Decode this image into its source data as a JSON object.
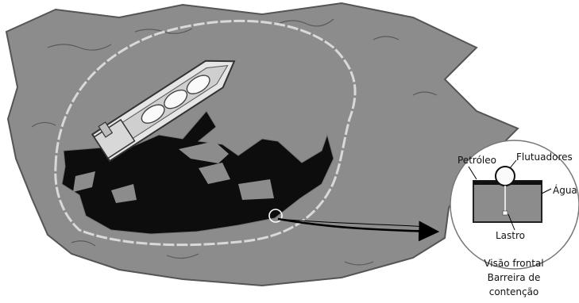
{
  "labels": {
    "petroleo": "Petróleo",
    "flutuadores": "Flutuadores",
    "agua": "Água",
    "lastro": "Lastro",
    "caption_line1": "Visão frontal",
    "caption_line2": "Barreira de",
    "caption_line3": "contenção"
  },
  "colors": {
    "sea": "#8c8c8c",
    "sea_edge": "#555555",
    "oil": "#0d0d0d",
    "barrier": "#d9d9d9",
    "ship_hull": "#e6e6e6",
    "arrow": "#000000"
  }
}
